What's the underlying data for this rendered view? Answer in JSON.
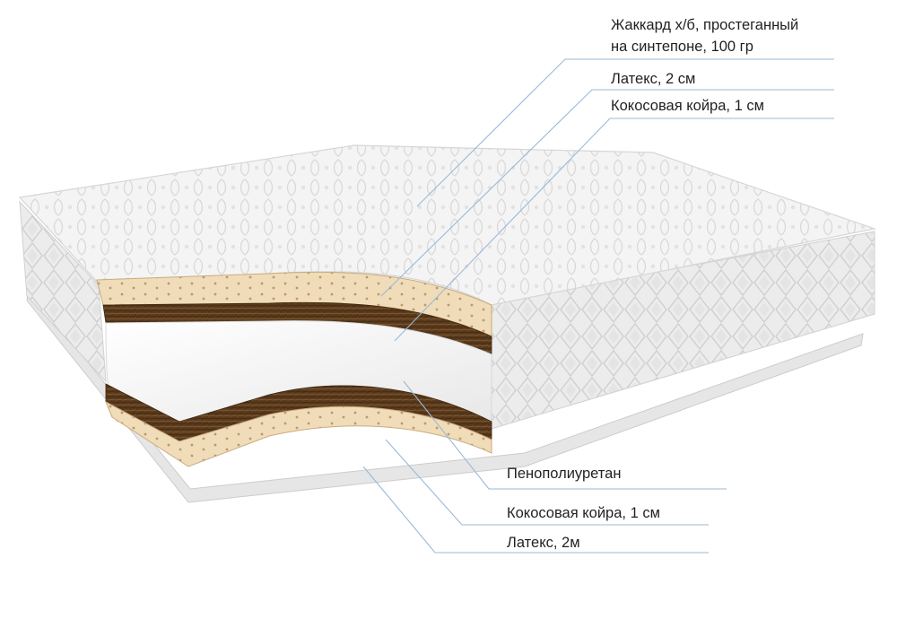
{
  "labels": {
    "jacquard_line1": "Жаккард х/б, простеганный",
    "jacquard_line2": "на синтепоне, 100 гр",
    "latex_top": "Латекс, 2 см",
    "coir_top": "Кокосовая койра, 1 см",
    "ppu": "Пенополиуретан",
    "coir_bottom": "Кокосовая койра, 1 см",
    "latex_bottom": "Латекс, 2м"
  },
  "colors": {
    "leader_line": "#9bb8d6",
    "latex": "#f0dcb8",
    "coir": "#5a3a1c",
    "foam": "#f7f7f7",
    "cover": "#eeeeee",
    "text": "#231f20"
  }
}
